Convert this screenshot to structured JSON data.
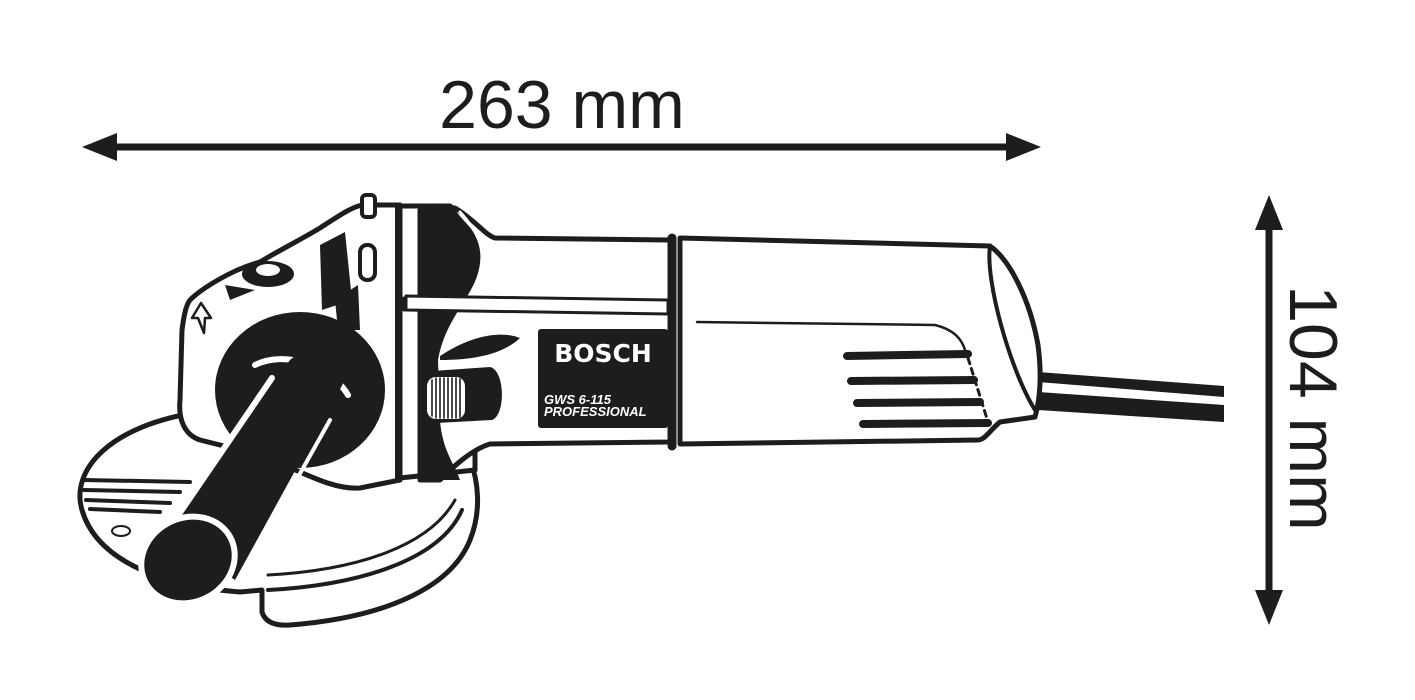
{
  "diagram": {
    "subject": "angle grinder side view",
    "ink_color": "#1d1d1b",
    "background": "#ffffff"
  },
  "dimensions": {
    "length": {
      "value": 263,
      "unit": "mm",
      "label": "263 mm"
    },
    "height": {
      "value": 104,
      "unit": "mm",
      "label": "104 mm"
    }
  },
  "label_plate": {
    "brand": "BOSCH",
    "model": "GWS 6-115",
    "line": "PROFESSIONAL"
  }
}
